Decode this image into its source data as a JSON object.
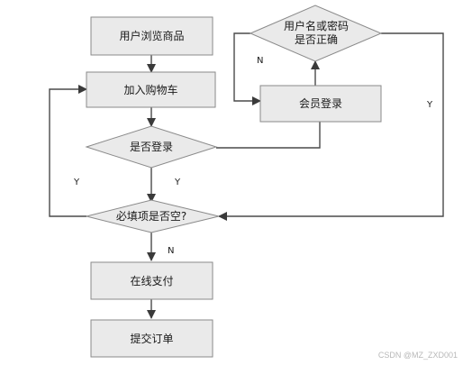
{
  "nodes": {
    "browse": "用户浏览商品",
    "add_cart": "加入购物车",
    "is_logged_in": "是否登录",
    "member_login": "会员登录",
    "credentials_check": [
      "用户名或密码",
      "是否正确"
    ],
    "required_empty": "必填项是否空?",
    "pay_online": "在线支付",
    "submit_order": "提交订单"
  },
  "edge_labels": {
    "logged_in_yes": "Y",
    "required_empty_yes": "Y",
    "credentials_no": "N",
    "credentials_yes": "Y",
    "required_empty_no": "N"
  },
  "watermark": "CSDN @MZ_ZXD001",
  "colors": {
    "node_fill": "#eaeaea",
    "node_stroke": "#8a8a8a",
    "edge": "#4a4a4a"
  }
}
